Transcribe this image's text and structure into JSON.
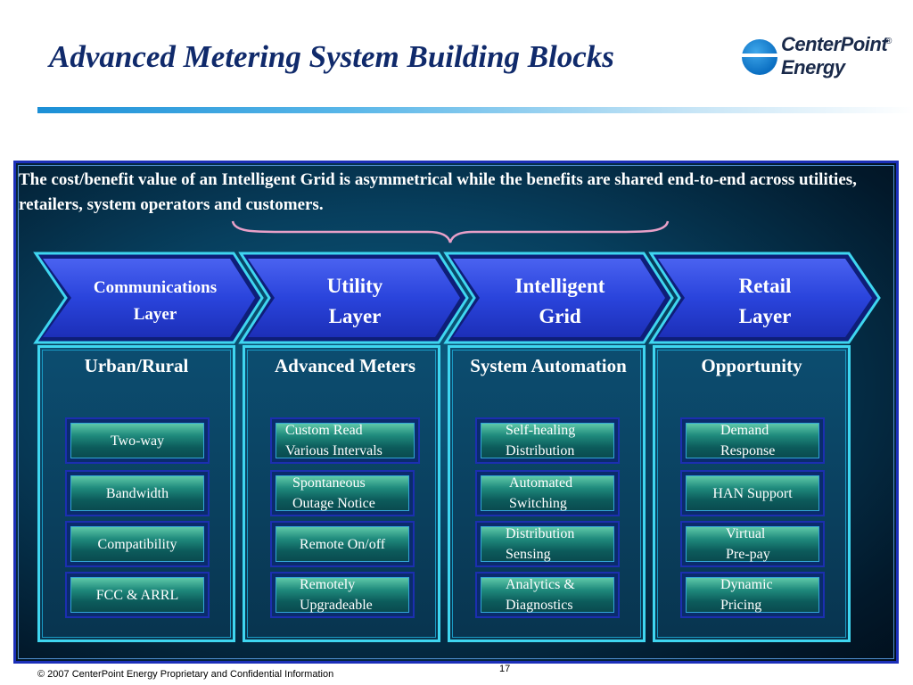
{
  "slide": {
    "title": "Advanced Metering System Building Blocks",
    "intro": "The cost/benefit value of an Intelligent Grid is asymmetrical while the benefits are shared end-to-end across utilities, retailers, system operators and customers.",
    "footer": "© 2007 CenterPoint Energy Proprietary and Confidential Information",
    "page_number": "17"
  },
  "logo": {
    "line1": "CenterPoint",
    "line2": "Energy",
    "reg": "®"
  },
  "colors": {
    "title": "#102a6b",
    "panel_border": "#1b2fb8",
    "column_border": "#3fd6f0",
    "chevron_fill": "#2a44dc",
    "brace": "#e8a0c8"
  },
  "chevrons": [
    {
      "label": "Communications\nLayer"
    },
    {
      "label": "Utility\nLayer"
    },
    {
      "label": "Intelligent\nGrid"
    },
    {
      "label": "Retail\nLayer"
    }
  ],
  "columns": [
    {
      "header": "Urban/Rural",
      "items": [
        "Two-way",
        "Bandwidth",
        "Compatibility",
        "FCC & ARRL"
      ]
    },
    {
      "header": "Advanced Meters",
      "items": [
        "Custom Read\nVarious Intervals",
        "Spontaneous\nOutage Notice",
        "Remote On/off",
        "Remotely\nUpgradeable"
      ]
    },
    {
      "header": "System Automation",
      "items": [
        "Self-healing\nDistribution",
        "Automated\nSwitching",
        "Distribution\nSensing",
        "Analytics &\nDiagnostics"
      ]
    },
    {
      "header": "Opportunity",
      "items": [
        "Demand\nResponse",
        "HAN Support",
        "Virtual\nPre-pay",
        "Dynamic\nPricing"
      ]
    }
  ]
}
